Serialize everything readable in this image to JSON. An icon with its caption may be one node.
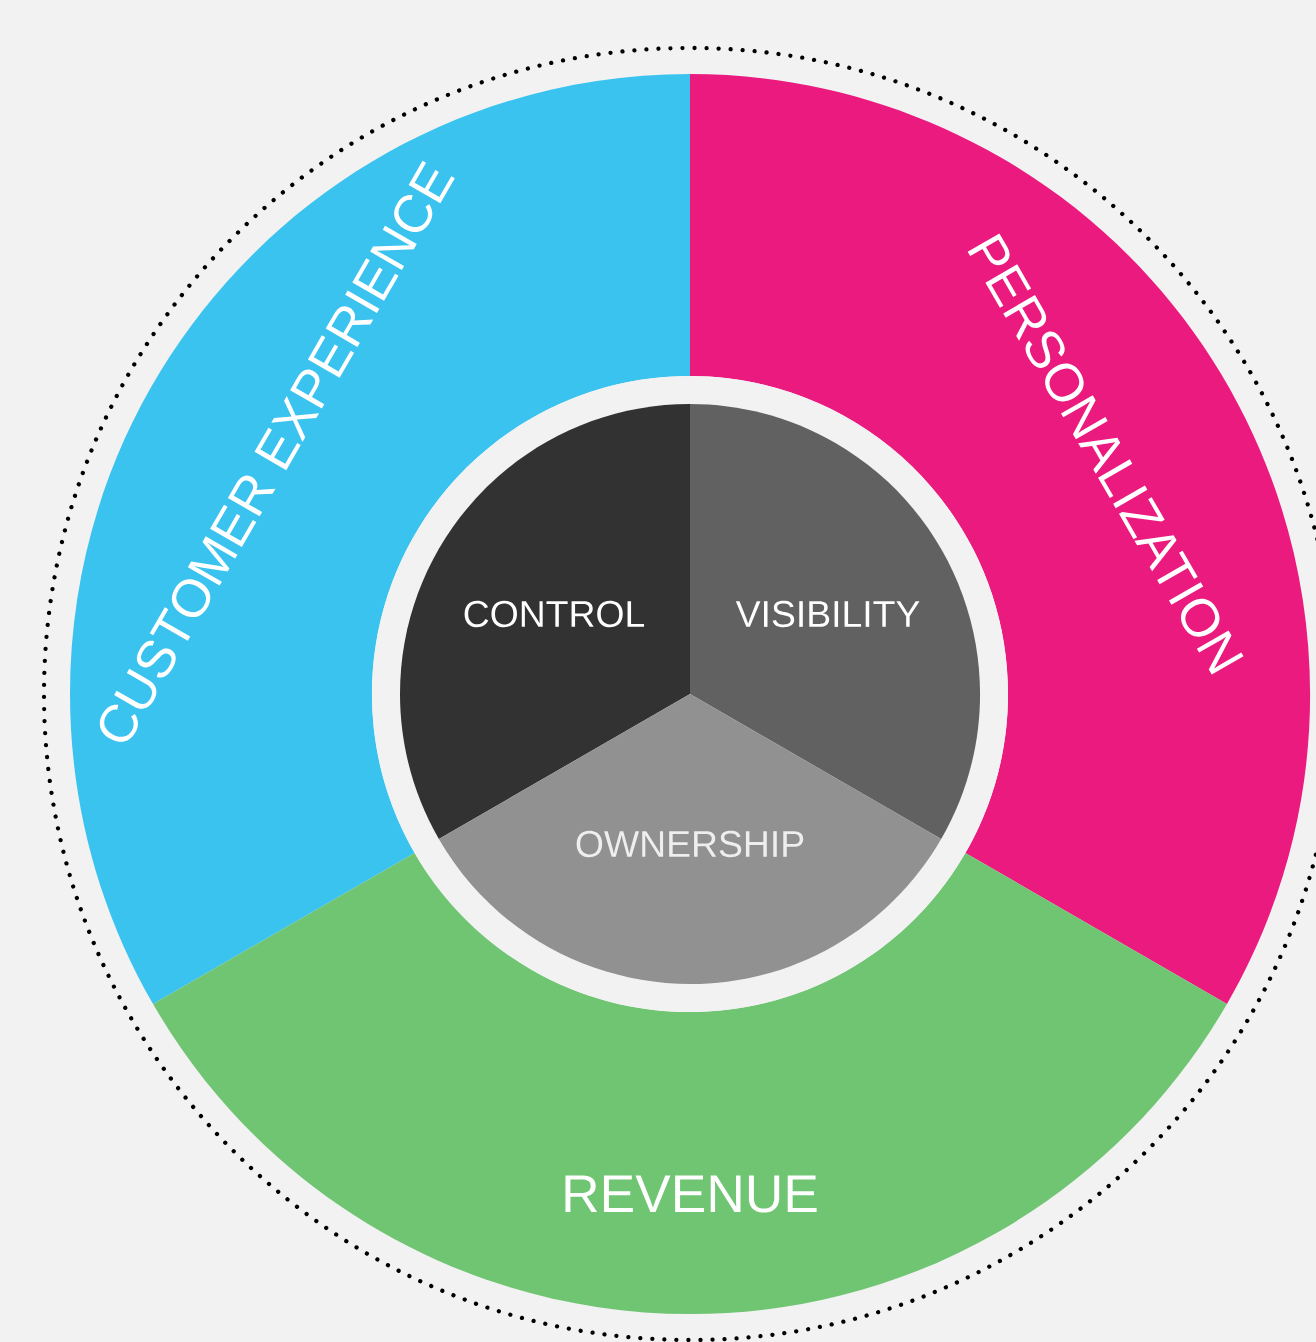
{
  "diagram": {
    "nodes": [
      {
        "text": [
          "CUSTOMER EXPERIENCE"
        ]
      },
      {
        "text": [
          "PERSONALIZATION"
        ]
      },
      {
        "text": [
          "REVENUE"
        ]
      },
      {
        "text": [
          "CONTROL"
        ]
      },
      {
        "text": [
          "VISIBILITY"
        ]
      },
      {
        "text": [
          "OWNERSHIP"
        ]
      }
    ]
  }
}
